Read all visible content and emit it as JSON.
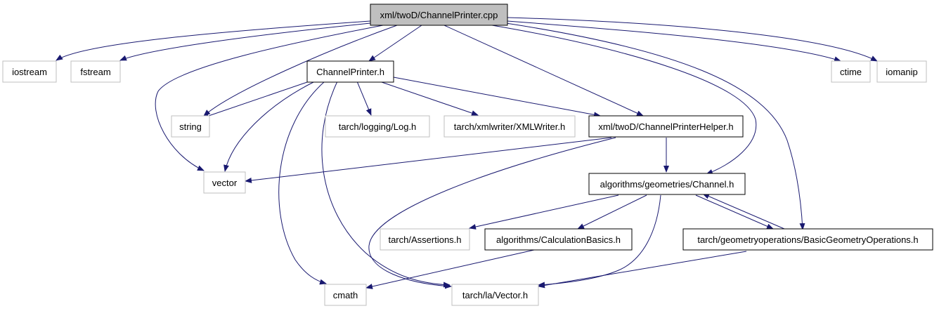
{
  "diagram": {
    "root": "xml/twoD/ChannelPrinter.cpp",
    "nodes": {
      "root": {
        "label": "xml/twoD/ChannelPrinter.cpp",
        "style": "root"
      },
      "iostream": {
        "label": "iostream",
        "style": "external"
      },
      "fstream": {
        "label": "fstream",
        "style": "external"
      },
      "channelprinter_h": {
        "label": "ChannelPrinter.h",
        "style": "documented"
      },
      "ctime": {
        "label": "ctime",
        "style": "external"
      },
      "iomanip": {
        "label": "iomanip",
        "style": "external"
      },
      "string": {
        "label": "string",
        "style": "external"
      },
      "log_h": {
        "label": "tarch/logging/Log.h",
        "style": "external"
      },
      "xmlwriter_h": {
        "label": "tarch/xmlwriter/XMLWriter.h",
        "style": "external"
      },
      "helper_h": {
        "label": "xml/twoD/ChannelPrinterHelper.h",
        "style": "documented"
      },
      "vector": {
        "label": "vector",
        "style": "external"
      },
      "channel_h": {
        "label": "algorithms/geometries/Channel.h",
        "style": "documented"
      },
      "assertions_h": {
        "label": "tarch/Assertions.h",
        "style": "external"
      },
      "calcbasics_h": {
        "label": "algorithms/CalculationBasics.h",
        "style": "documented"
      },
      "basicgeo_h": {
        "label": "tarch/geometryoperations/BasicGeometryOperations.h",
        "style": "documented"
      },
      "cmath": {
        "label": "cmath",
        "style": "external"
      },
      "vector_h": {
        "label": "tarch/la/Vector.h",
        "style": "external"
      }
    },
    "edges": [
      [
        "root",
        "iostream"
      ],
      [
        "root",
        "fstream"
      ],
      [
        "root",
        "channelprinter_h"
      ],
      [
        "root",
        "string"
      ],
      [
        "root",
        "vector"
      ],
      [
        "root",
        "helper_h"
      ],
      [
        "root",
        "channel_h"
      ],
      [
        "root",
        "basicgeo_h"
      ],
      [
        "root",
        "ctime"
      ],
      [
        "root",
        "iomanip"
      ],
      [
        "channelprinter_h",
        "string"
      ],
      [
        "channelprinter_h",
        "vector"
      ],
      [
        "channelprinter_h",
        "log_h"
      ],
      [
        "channelprinter_h",
        "xmlwriter_h"
      ],
      [
        "channelprinter_h",
        "helper_h"
      ],
      [
        "channelprinter_h",
        "cmath"
      ],
      [
        "channelprinter_h",
        "vector_h"
      ],
      [
        "helper_h",
        "vector"
      ],
      [
        "helper_h",
        "channel_h"
      ],
      [
        "helper_h",
        "vector_h"
      ],
      [
        "channel_h",
        "assertions_h"
      ],
      [
        "channel_h",
        "calcbasics_h"
      ],
      [
        "channel_h",
        "basicgeo_h"
      ],
      [
        "channel_h",
        "vector_h"
      ],
      [
        "basicgeo_h",
        "channel_h"
      ],
      [
        "basicgeo_h",
        "vector_h"
      ],
      [
        "calcbasics_h",
        "cmath"
      ]
    ],
    "colors": {
      "edge": "#191970",
      "root_fill": "#bfbfbf",
      "documented_border": "#000000",
      "external_border": "#bfbfbf",
      "text": "#000000"
    }
  }
}
